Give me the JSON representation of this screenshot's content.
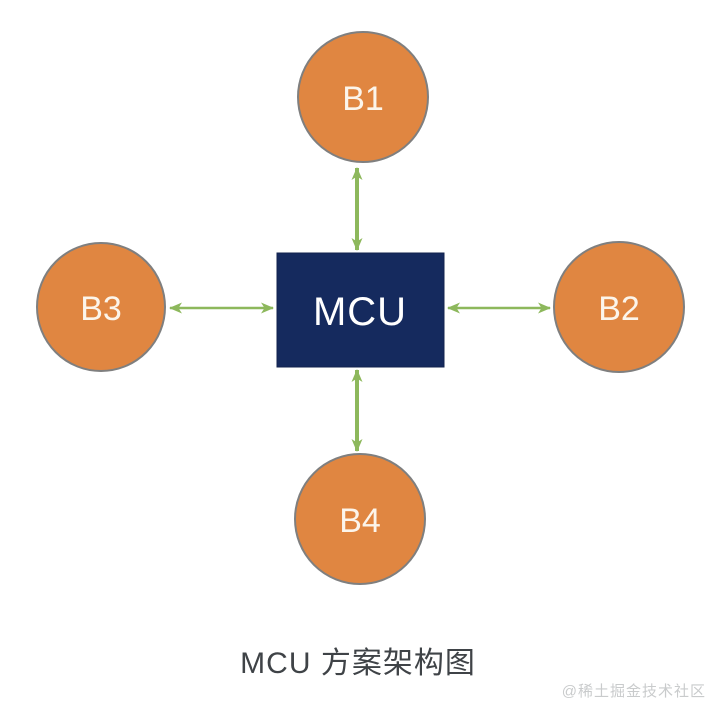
{
  "diagram": {
    "caption": "MCU 方案架构图",
    "center_node": {
      "id": "mcu",
      "label": "MCU",
      "shape": "rectangle"
    },
    "nodes": [
      {
        "id": "b1",
        "label": "B1",
        "position": "top",
        "shape": "circle"
      },
      {
        "id": "b2",
        "label": "B2",
        "position": "right",
        "shape": "circle"
      },
      {
        "id": "b3",
        "label": "B3",
        "position": "left",
        "shape": "circle"
      },
      {
        "id": "b4",
        "label": "B4",
        "position": "bottom",
        "shape": "circle"
      }
    ],
    "connections": [
      {
        "from": "mcu",
        "to": "b1",
        "type": "bidirectional-arrow"
      },
      {
        "from": "mcu",
        "to": "b2",
        "type": "bidirectional-arrow"
      },
      {
        "from": "mcu",
        "to": "b3",
        "type": "bidirectional-arrow"
      },
      {
        "from": "mcu",
        "to": "b4",
        "type": "bidirectional-arrow"
      }
    ]
  },
  "colors": {
    "node_fill": "#E08641",
    "node_border": "#7F7F7F",
    "node_text": "#FCF5EB",
    "mcu_fill": "#152A5E",
    "mcu_border": "#12234E",
    "mcu_text": "#FFFFFF",
    "arrow": "#8DB85C",
    "caption_text": "#3F4347",
    "watermark_text": "#C9CBCC",
    "background": "#FFFFFF"
  },
  "watermark": {
    "text": "@稀土掘金技术社区"
  }
}
